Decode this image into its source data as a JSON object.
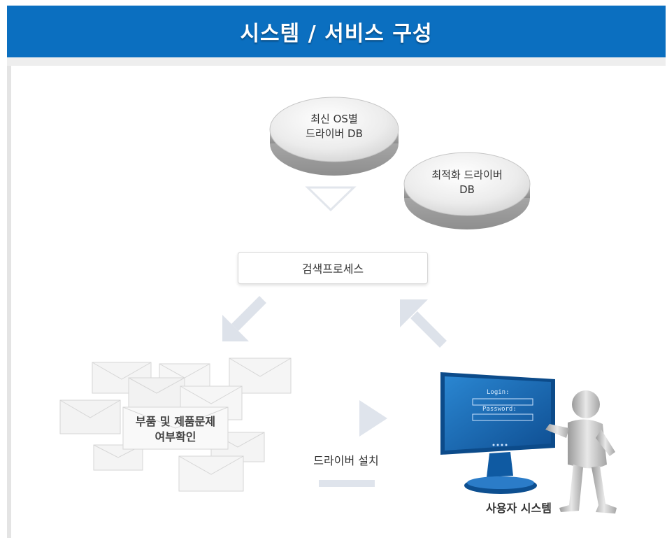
{
  "header": {
    "title": "시스템 / 서비스 구성"
  },
  "nodes": {
    "os_driver_db": {
      "line1": "최신 OS별",
      "line2": "드라이버 DB"
    },
    "optimized_driver_db": {
      "line1": "최적화 드라이버",
      "line2": "DB"
    },
    "search_process": {
      "label": "검색프로세스"
    },
    "parts_check": {
      "line1": "부품 및 제품문제",
      "line2": "여부확인"
    },
    "driver_install": {
      "label": "드라이버 설치"
    },
    "user_system": {
      "label": "사용자 시스템"
    }
  },
  "monitor": {
    "login_label": "Login:",
    "password_label": "Password:"
  },
  "colors": {
    "header_bg": "#0b6fc0",
    "arrow": "#dfe4ec",
    "monitor_screen": "#1b6bb3"
  }
}
